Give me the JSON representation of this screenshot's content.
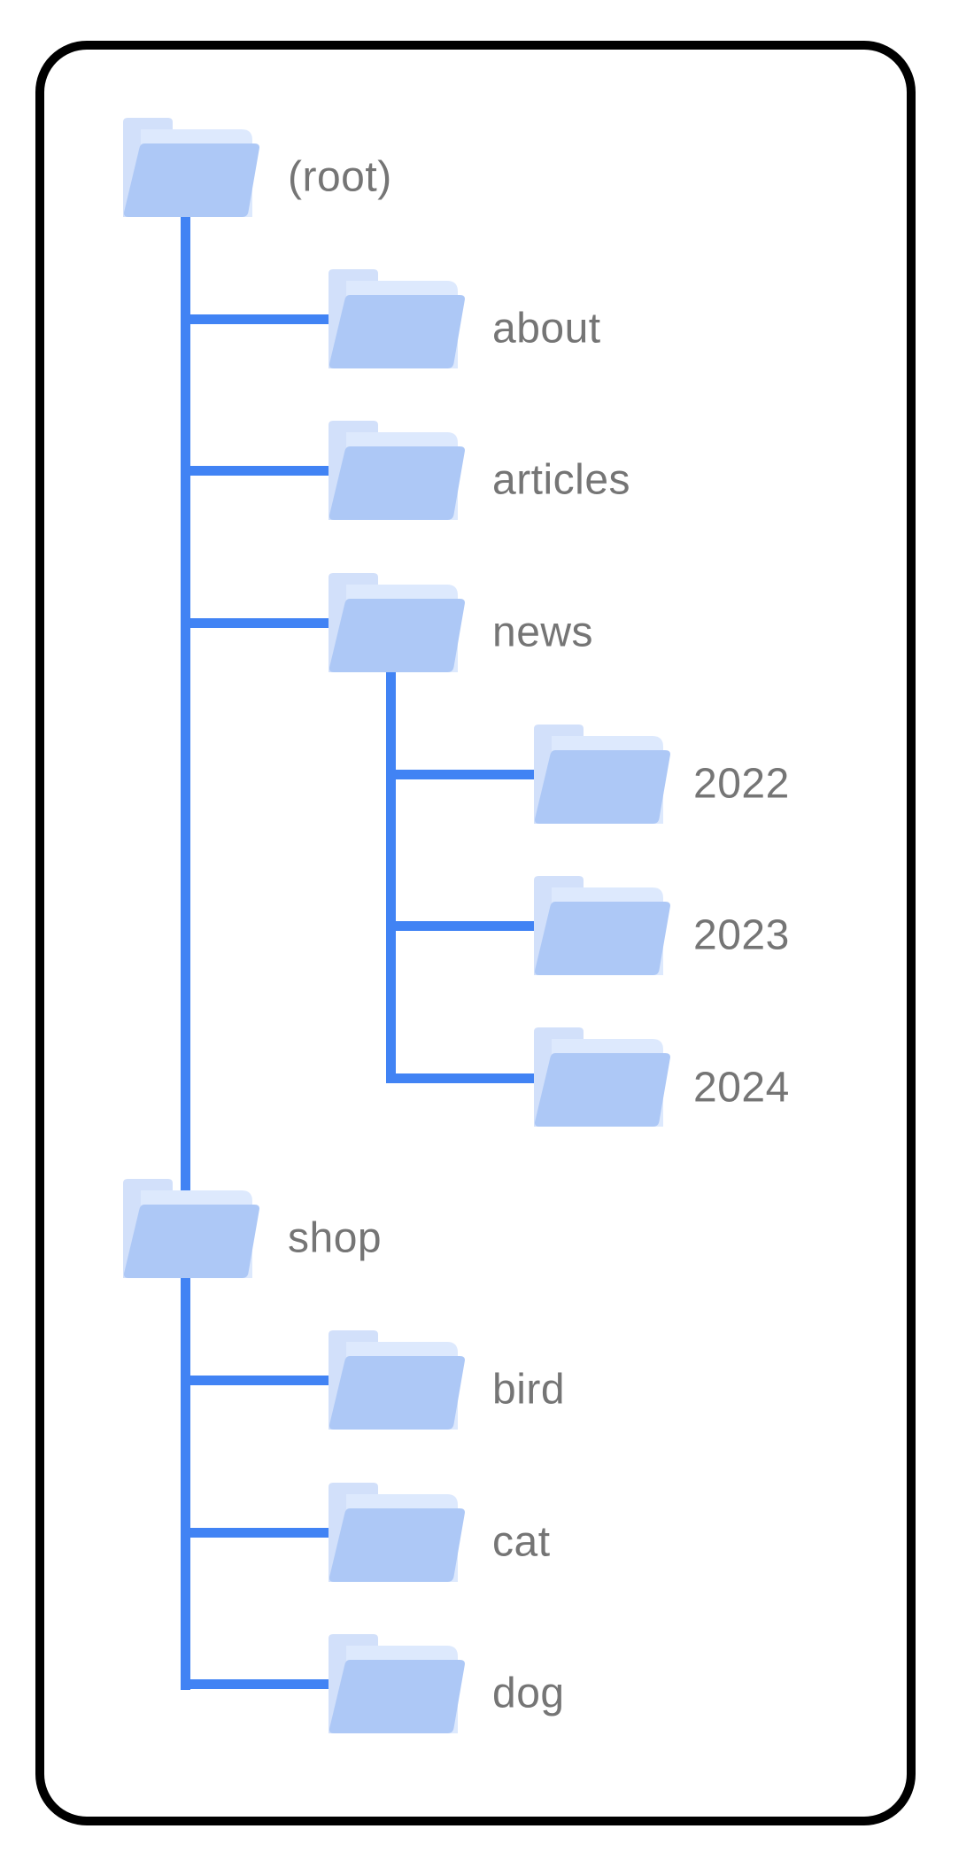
{
  "diagram": {
    "kind": "site-folder-structure-tree",
    "colors": {
      "connector_line": "#4183f4",
      "folder_tab_back": "#d2e0fa",
      "folder_sheet": "#dde9fd",
      "folder_front": "#adc8f6",
      "label_text": "#757575",
      "card_border": "#000000",
      "card_background": "#ffffff"
    },
    "labels": {
      "root": "(root)",
      "about": "about",
      "articles": "articles",
      "news": "news",
      "y2022": "2022",
      "y2023": "2023",
      "y2024": "2024",
      "shop": "shop",
      "bird": "bird",
      "cat": "cat",
      "dog": "dog"
    },
    "structure": {
      "label": "(root)",
      "children": [
        {
          "label": "about"
        },
        {
          "label": "articles"
        },
        {
          "label": "news",
          "children": [
            {
              "label": "2022"
            },
            {
              "label": "2023"
            },
            {
              "label": "2024"
            }
          ]
        },
        {
          "label": "shop",
          "children": [
            {
              "label": "bird"
            },
            {
              "label": "cat"
            },
            {
              "label": "dog"
            }
          ]
        }
      ]
    }
  }
}
